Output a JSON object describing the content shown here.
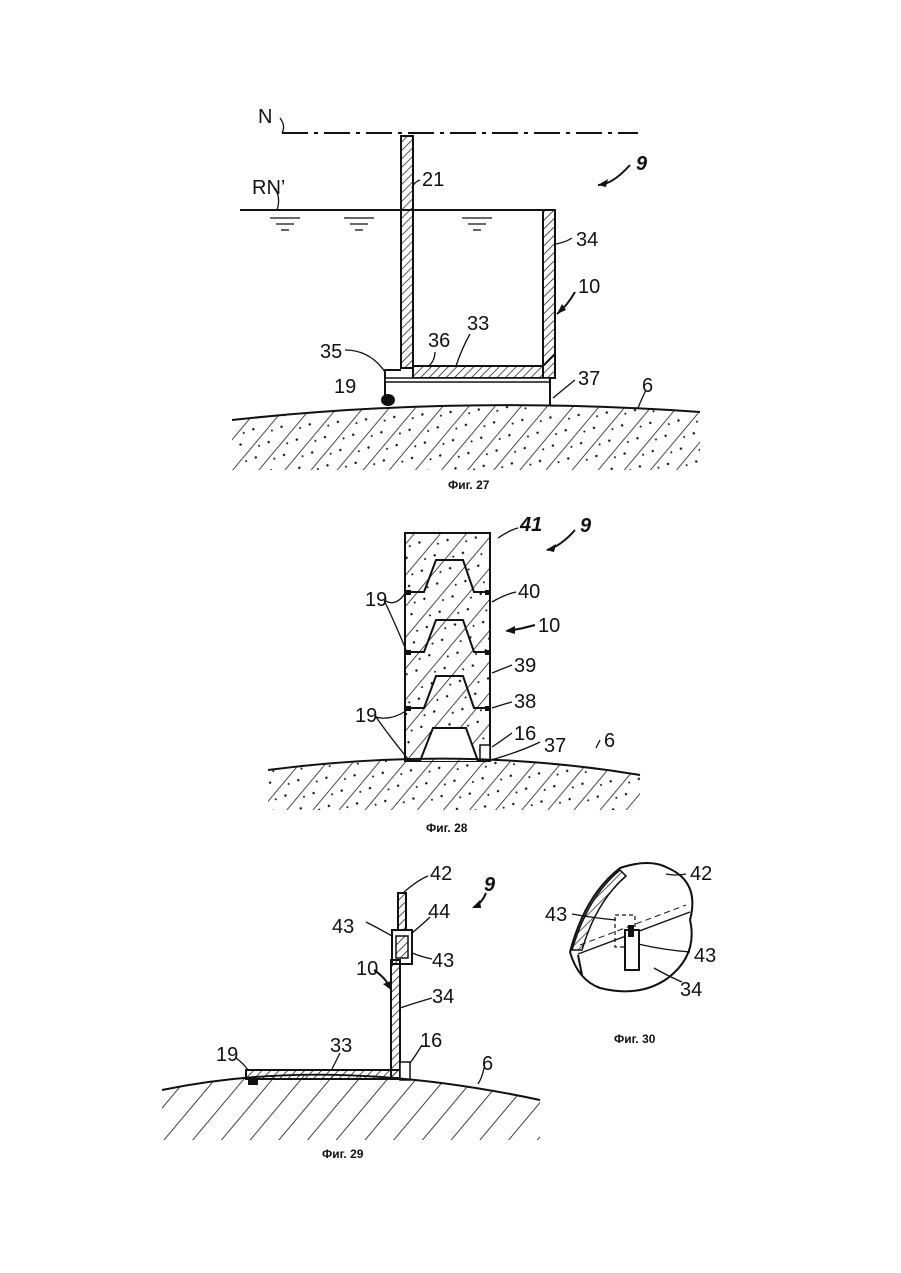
{
  "page": {
    "colors": {
      "ink": "#111111",
      "paper": "#ffffff"
    }
  },
  "fig27": {
    "caption": "Фиг. 27",
    "labels": {
      "n": "N",
      "rn": "RN’",
      "l9": "9",
      "l21": "21",
      "l34": "34",
      "l10": "10",
      "l33": "33",
      "l36": "36",
      "l35": "35",
      "l19": "19",
      "l37": "37",
      "l6": "6"
    }
  },
  "fig28": {
    "caption": "Фиг. 28",
    "labels": {
      "l41": "41",
      "l9": "9",
      "l40": "40",
      "l19a": "19",
      "l10": "10",
      "l39": "39",
      "l38": "38",
      "l19b": "19",
      "l16": "16",
      "l37": "37",
      "l6": "6"
    }
  },
  "fig29": {
    "caption": "Фиг. 29",
    "labels": {
      "l42": "42",
      "l9": "9",
      "l43a": "43",
      "l44": "44",
      "l43b": "43",
      "l10": "10",
      "l34": "34",
      "l19": "19",
      "l33": "33",
      "l16": "16",
      "l6": "6"
    }
  },
  "fig30": {
    "caption": "Фиг. 30",
    "labels": {
      "l42": "42",
      "l43a": "43",
      "l43b": "43",
      "l34": "34"
    }
  }
}
